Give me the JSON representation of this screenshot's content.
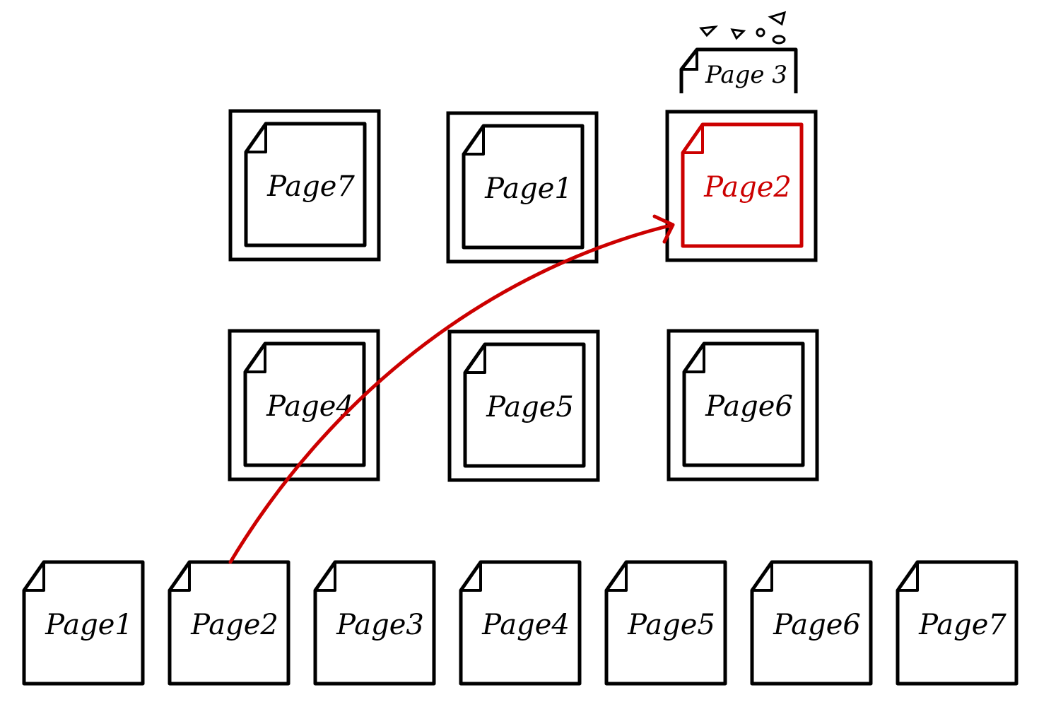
{
  "colors": {
    "stroke": "#000000",
    "highlight": "#cc0000",
    "background": "#ffffff"
  },
  "cache_slots": [
    {
      "label": "Page7",
      "highlighted": false
    },
    {
      "label": "Page1",
      "highlighted": false
    },
    {
      "label": "Page2",
      "highlighted": true
    },
    {
      "label": "Page4",
      "highlighted": false
    },
    {
      "label": "Page5",
      "highlighted": false
    },
    {
      "label": "Page6",
      "highlighted": false
    }
  ],
  "evicted_page": {
    "label": "Page 3"
  },
  "pages": [
    {
      "label": "Page1"
    },
    {
      "label": "Page2"
    },
    {
      "label": "Page3"
    },
    {
      "label": "Page4"
    },
    {
      "label": "Page5"
    },
    {
      "label": "Page6"
    },
    {
      "label": "Page7"
    }
  ],
  "arrow": {
    "from_page": "Page2",
    "to_slot": "Page2"
  }
}
